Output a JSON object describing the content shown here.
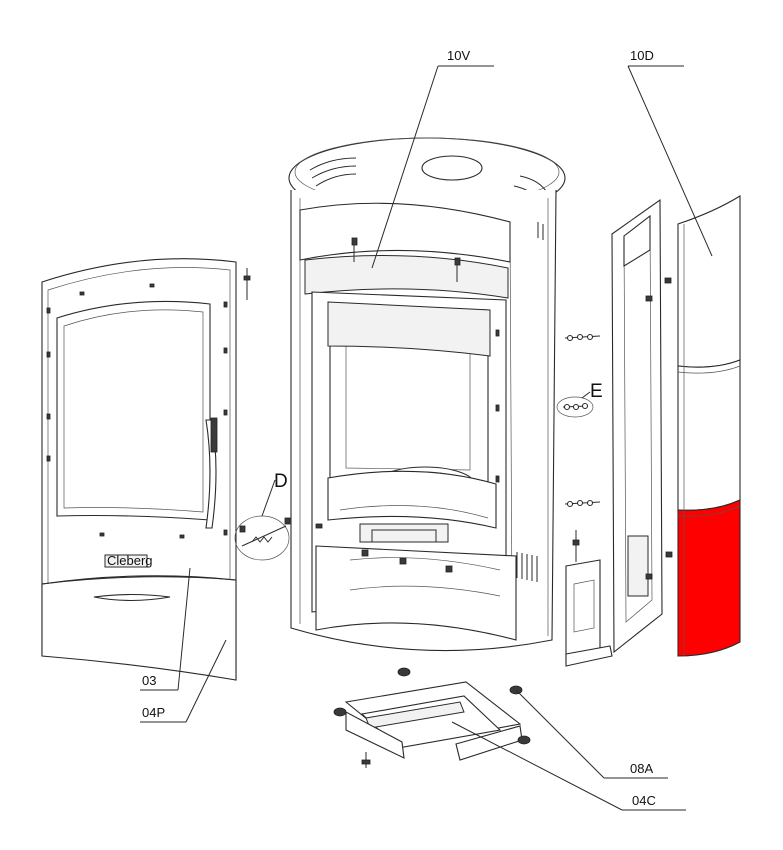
{
  "diagram": {
    "brand_on_door": "Cleberg",
    "highlight_color": "#ff0000",
    "callouts": {
      "p10v": "10V",
      "p10d": "10D",
      "pE": "E",
      "pD": "D",
      "p03": "03",
      "p04p": "04P",
      "p08a": "08A",
      "p04c": "04C"
    }
  }
}
